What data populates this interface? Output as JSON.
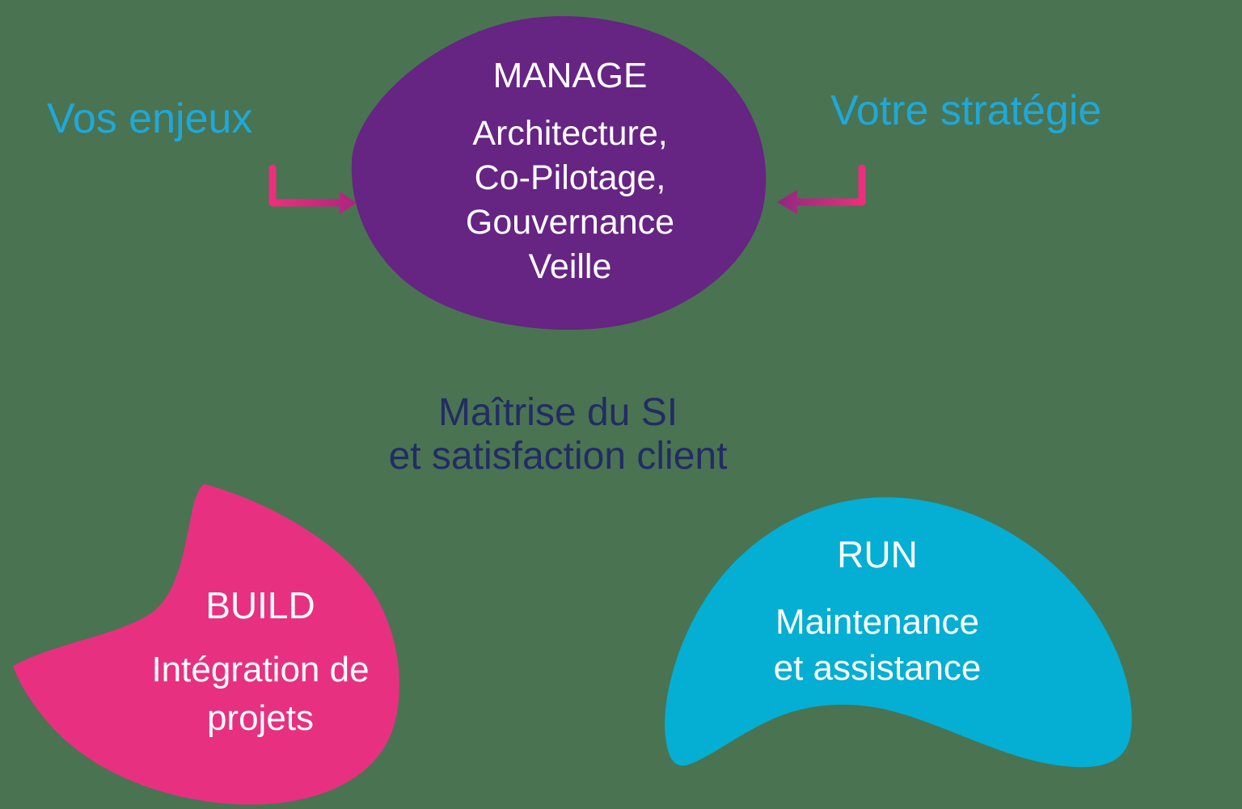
{
  "labels": {
    "left": "Vos enjeux",
    "right": "Votre stratégie"
  },
  "center_caption": {
    "line1": "Maîtrise du SI",
    "line2": "et satisfaction client"
  },
  "blobs": {
    "manage": {
      "title": "MANAGE",
      "lines": [
        "Architecture,",
        "Co-Pilotage,",
        "Gouvernance",
        "Veille"
      ]
    },
    "build": {
      "title": "BUILD",
      "lines": [
        "Intégration de",
        "projets"
      ]
    },
    "run": {
      "title": "RUN",
      "lines": [
        "Maintenance",
        "et assistance"
      ]
    }
  },
  "colors": {
    "background": "#4A7352",
    "purple_blob": "#662483",
    "pink_blob": "#E73180",
    "cyan_blob": "#04AFD3",
    "cyan_text": "#1FA8D9",
    "navy_text": "#222C64",
    "white_text": "#FFFFFF",
    "arrow_pink": "#EC2E7D",
    "arrow_deep_left": "#AC2481",
    "arrow_deep_right": "#8D2980"
  }
}
